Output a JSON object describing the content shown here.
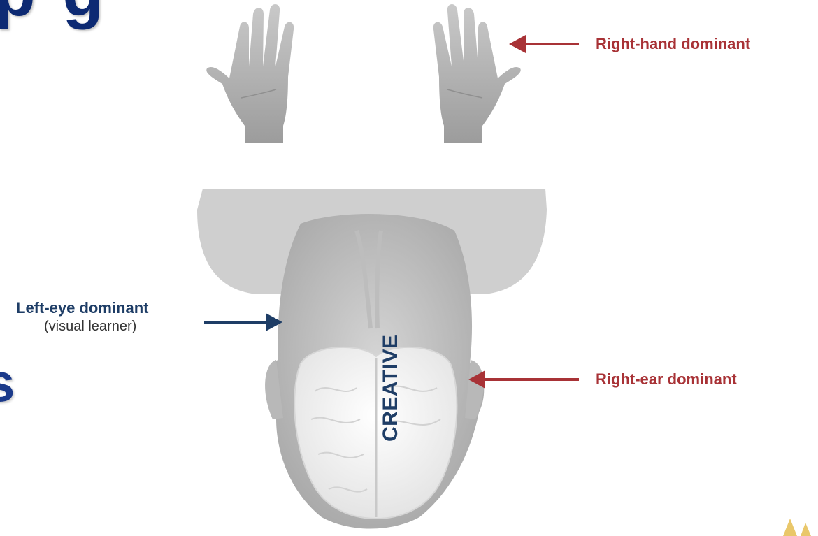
{
  "title_fragment": "p        g",
  "side_fragment": "s",
  "labels": {
    "right_hand": "Right-hand dominant",
    "left_eye": "Left-eye dominant",
    "left_eye_note": "(visual learner)",
    "right_ear": "Right-ear dominant",
    "brain_side": "CREATIVE"
  },
  "colors": {
    "title": "#0d2a73",
    "right_dominant": "#a83236",
    "left_dominant": "#1e3d66",
    "figure_gray": "#b5b5b5"
  },
  "icons": [
    "left-hand-icon",
    "right-hand-icon",
    "head-icon",
    "brain-icon",
    "logo-icon"
  ]
}
